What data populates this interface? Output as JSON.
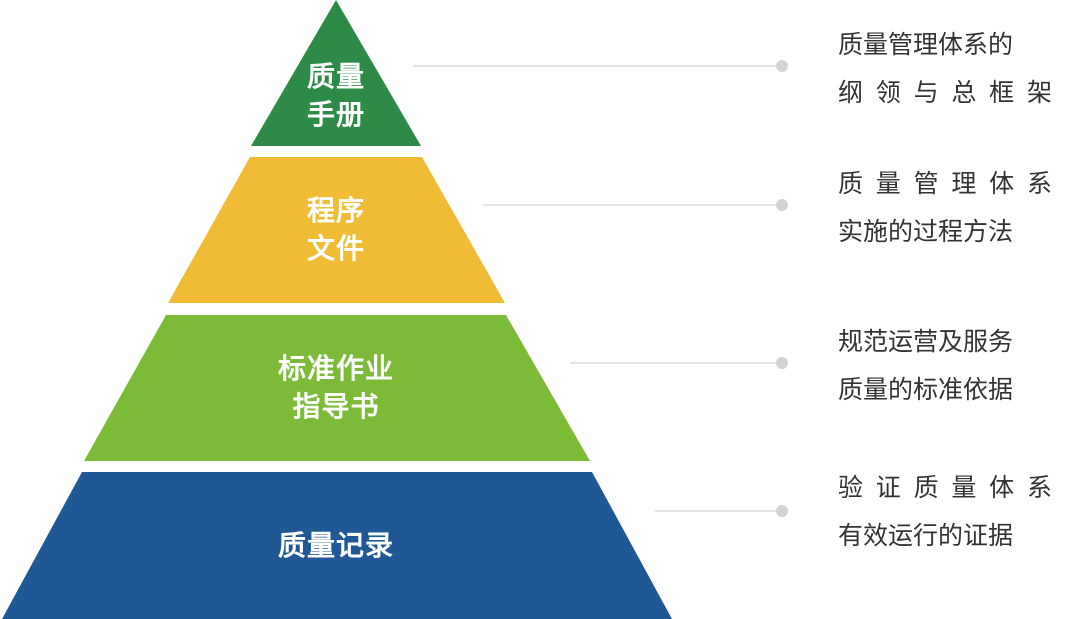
{
  "tiers": [
    {
      "key": "manual",
      "label_lines": [
        "质量",
        "手册"
      ],
      "color": "#2e8b47",
      "description_lines": [
        "质量管理体系的",
        "纲 领 与 总 框 架"
      ]
    },
    {
      "key": "procedure",
      "label_lines": [
        "程序",
        "文件"
      ],
      "color": "#f0bc35",
      "description_lines": [
        "质 量 管 理 体 系",
        "实施的过程方法"
      ]
    },
    {
      "key": "work_instruction",
      "label_lines": [
        "标准作业",
        "指导书"
      ],
      "color": "#7cbb37",
      "description_lines": [
        "规范运营及服务",
        "质量的标准依据"
      ]
    },
    {
      "key": "records",
      "label_lines": [
        "质量记录"
      ],
      "color": "#1f5895",
      "description_lines": [
        "验 证 质 量 体 系",
        "有效运行的证据"
      ]
    }
  ],
  "connector_color": "#d3d3d3"
}
